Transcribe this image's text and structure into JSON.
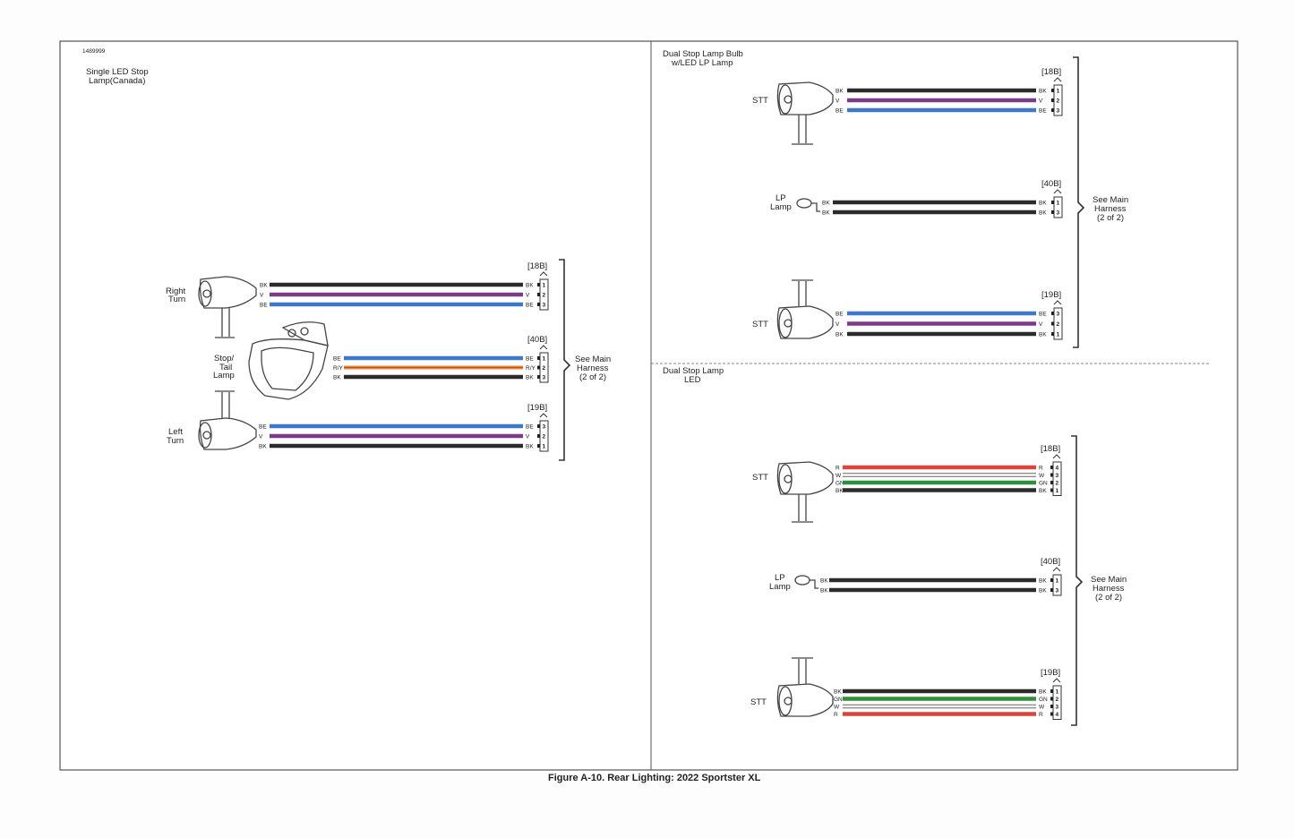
{
  "figure_id": "1489999",
  "caption": "Figure A-10. Rear Lighting: 2022 Sportster XL",
  "colors": {
    "BK": "#2b2b2b",
    "V": "#7b3a8c",
    "BE": "#3f78c8",
    "R": "#d9453a",
    "W": "#ffffff",
    "GN": "#2f8f3a",
    "RY": "#e2902f"
  },
  "left_panel": {
    "title_line1": "Single LED Stop",
    "title_line2": "Lamp(Canada)",
    "right_turn": {
      "line1": "Right",
      "line2": "Turn"
    },
    "stop_tail": {
      "line1": "Stop/",
      "line2": "Tail",
      "line3": "Lamp"
    },
    "left_turn": {
      "line1": "Left",
      "line2": "Turn"
    },
    "connectors": [
      {
        "id": "[18B]",
        "wires": [
          {
            "c": "BK",
            "pin": "1"
          },
          {
            "c": "V",
            "pin": "2"
          },
          {
            "c": "BE",
            "pin": "3"
          }
        ]
      },
      {
        "id": "[40B]",
        "wires": [
          {
            "c": "BE",
            "pin": "1"
          },
          {
            "c": "R/Y",
            "pin": "2"
          },
          {
            "c": "BK",
            "pin": "3"
          }
        ]
      },
      {
        "id": "[19B]",
        "wires": [
          {
            "c": "BE",
            "pin": "3"
          },
          {
            "c": "V",
            "pin": "2"
          },
          {
            "c": "BK",
            "pin": "1"
          }
        ]
      }
    ],
    "see_main": {
      "line1": "See Main",
      "line2": "Harness",
      "line3": "(2 of 2)"
    }
  },
  "top_right": {
    "title_line1": "Dual Stop Lamp Bulb",
    "title_line2": "w/LED LP Lamp",
    "stt": "STT",
    "lp": {
      "line1": "LP",
      "line2": "Lamp"
    },
    "connectors": [
      {
        "id": "[18B]",
        "wires": [
          {
            "c": "BK",
            "pin": "1"
          },
          {
            "c": "V",
            "pin": "2"
          },
          {
            "c": "BE",
            "pin": "3"
          }
        ]
      },
      {
        "id": "[40B]",
        "wires": [
          {
            "c": "BK",
            "pin": "1"
          },
          {
            "c": "BK",
            "pin": "3"
          }
        ]
      },
      {
        "id": "[19B]",
        "wires": [
          {
            "c": "BE",
            "pin": "3"
          },
          {
            "c": "V",
            "pin": "2"
          },
          {
            "c": "BK",
            "pin": "1"
          }
        ]
      }
    ],
    "see_main": {
      "line1": "See Main",
      "line2": "Harness",
      "line3": "(2 of 2)"
    }
  },
  "bottom_right": {
    "title_line1": "Dual Stop Lamp",
    "title_line2": "LED",
    "stt": "STT",
    "lp": {
      "line1": "LP",
      "line2": "Lamp"
    },
    "connectors": [
      {
        "id": "[18B]",
        "wires": [
          {
            "c": "R",
            "pin": "4"
          },
          {
            "c": "W",
            "pin": "3"
          },
          {
            "c": "GN",
            "pin": "2"
          },
          {
            "c": "BK",
            "pin": "1"
          }
        ]
      },
      {
        "id": "[40B]",
        "wires": [
          {
            "c": "BK",
            "pin": "1"
          },
          {
            "c": "BK",
            "pin": "3"
          }
        ]
      },
      {
        "id": "[19B]",
        "wires": [
          {
            "c": "BK",
            "pin": "1"
          },
          {
            "c": "GN",
            "pin": "2"
          },
          {
            "c": "W",
            "pin": "3"
          },
          {
            "c": "R",
            "pin": "4"
          }
        ]
      }
    ],
    "see_main": {
      "line1": "See Main",
      "line2": "Harness",
      "line3": "(2 of 2)"
    }
  }
}
